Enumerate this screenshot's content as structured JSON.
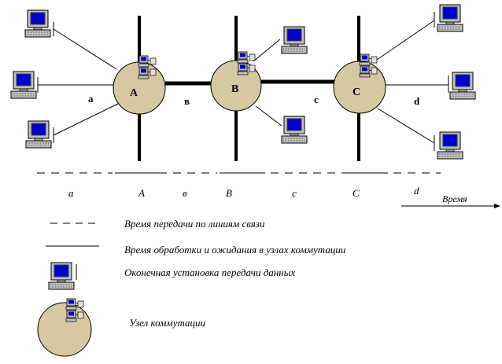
{
  "nodes": [
    {
      "label": "A"
    },
    {
      "label": "B"
    },
    {
      "label": "C"
    }
  ],
  "links": [
    {
      "label": "a"
    },
    {
      "label": "в"
    },
    {
      "label": "c"
    },
    {
      "label": "d"
    }
  ],
  "timeline": {
    "labels": [
      "a",
      "A",
      "в",
      "B",
      "c",
      "C",
      "d"
    ],
    "axis_label": "Время"
  },
  "legend": {
    "dashed": "Время  передачи  по  линиям  связи",
    "solid": "Время  обработки  и  ожидания  в  узлах  коммутации",
    "terminal": "Оконечная  установка  передачи  данных",
    "node": "Узел  коммутации"
  },
  "colors": {
    "node_fill": "#d6c8a0",
    "screen": "#0000cc",
    "computer_body": "#c0c0c0"
  }
}
